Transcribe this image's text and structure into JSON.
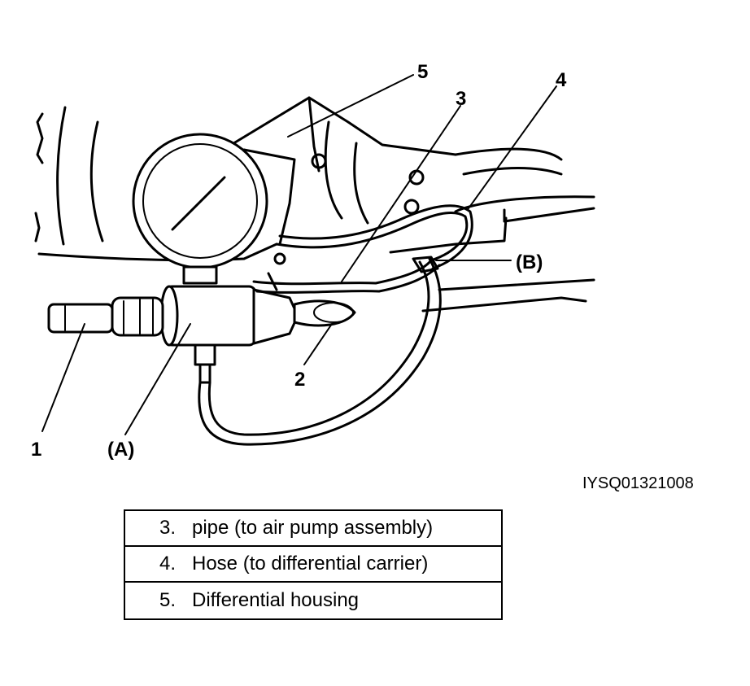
{
  "figure": {
    "callouts": {
      "c1": "1",
      "c2": "2",
      "c3": "3",
      "c4": "4",
      "c5": "5",
      "cA": "(A)",
      "cB": "(B)"
    },
    "image_code": "IYSQ01321008"
  },
  "legend": {
    "rows": [
      {
        "number": "3.",
        "text": "pipe (to air pump assembly)"
      },
      {
        "number": "4.",
        "text": "Hose (to differential carrier)"
      },
      {
        "number": "5.",
        "text": "Differential housing"
      }
    ]
  }
}
